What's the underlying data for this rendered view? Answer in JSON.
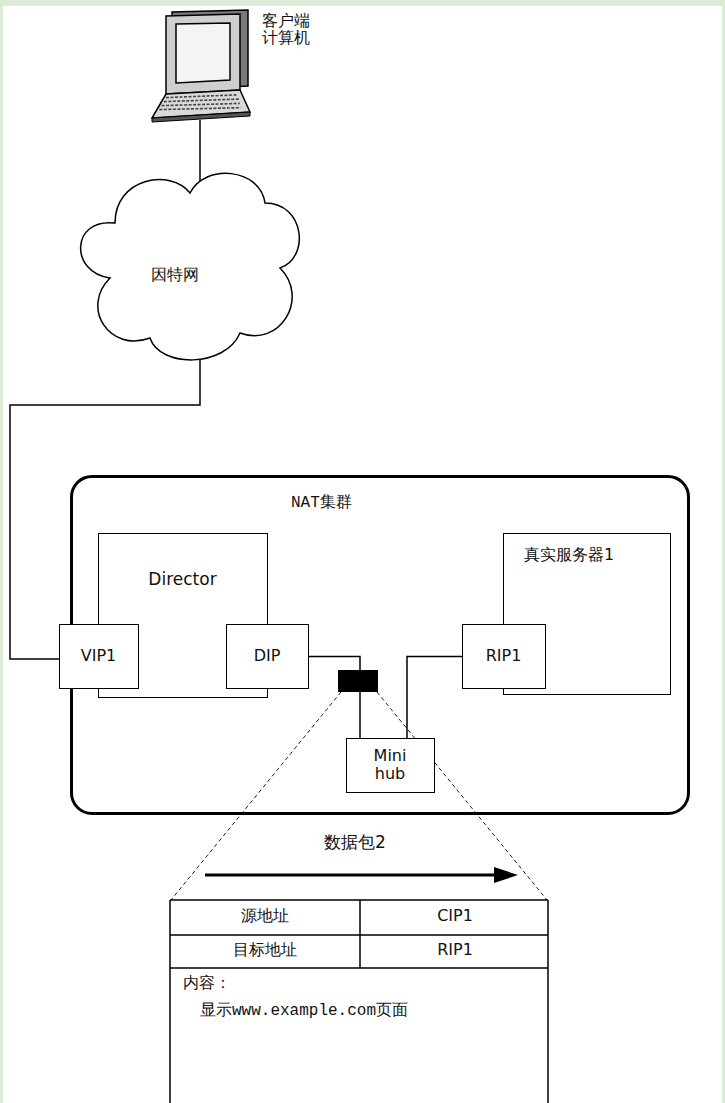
{
  "diagram": {
    "nodes": [
      {
        "text": [
          "客户端 计算机"
        ]
      },
      {
        "text": [
          "因特网"
        ]
      },
      {
        "text": [
          "NAT集群"
        ]
      },
      {
        "text": [
          "Director"
        ],
        "in": 2
      },
      {
        "text": [
          "VIP1"
        ],
        "in": 3
      },
      {
        "text": [
          "DIP"
        ],
        "in": 3
      },
      {
        "text": [
          "真实服务器1"
        ],
        "in": 2
      },
      {
        "text": [
          "RIP1"
        ],
        "in": 6
      },
      {
        "text": [
          "Mini hub"
        ],
        "in": 2
      }
    ],
    "edges": [
      {
        "from": 0,
        "to": 1,
        "arrow": "none"
      },
      {
        "from": 1,
        "to": 4,
        "arrow": "none"
      },
      {
        "from": 5,
        "to": 8,
        "arrow": "none"
      },
      {
        "from": 7,
        "to": 8,
        "arrow": "none"
      }
    ],
    "labels": [
      "数据包2",
      "源地址",
      "CIP1",
      "目标地址",
      "RIP1",
      "内容：",
      "显示www.example.com页面"
    ]
  }
}
